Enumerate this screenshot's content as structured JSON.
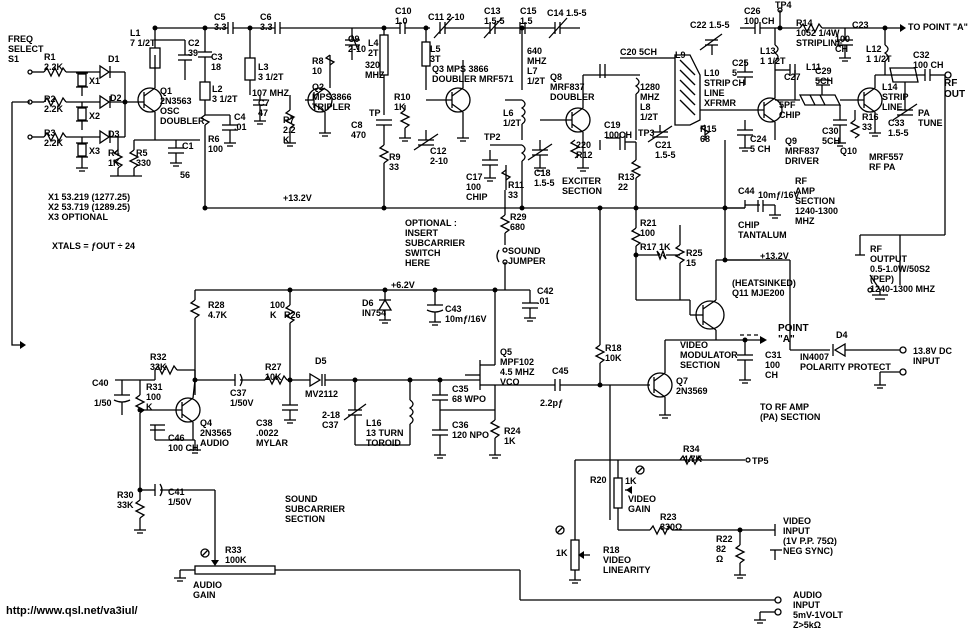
{
  "url": "http://www.qsl.net/va3iul/",
  "freq_select": "FREQ\nSELECT\nS1",
  "xtal_table": "X1 53.219 (1277.25)\nX2 53.719 (1289.25)\nX3 OPTIONAL",
  "xtal_formula": "XTALS = ƒOUT ÷ 24",
  "r1": "R1\n2.2K",
  "r2": "R2\n2.2K",
  "r3": "R3\n2.2K",
  "x1": "X1",
  "x2": "X2",
  "x3": "X3",
  "d1": "D1",
  "d2": "D2",
  "d3": "D3",
  "r4": "R4\n1K",
  "r5": "R5\n330",
  "c1": "C1",
  "c1v": "56",
  "q1": "Q1\n2N3563\nOSC\nDOUBLER",
  "l1": "L1\n7 1/2T",
  "c2": "C2\n39",
  "c3": "C3\n18",
  "l2": "L2\n3 1/2T",
  "r6": "R6\n100",
  "c4": "C4\n.01",
  "c5": "C5\n3.3",
  "c6": "C6\n3.3",
  "l3": "L3\n3 1/2T",
  "mhz107": "107 MHZ",
  "c7": "C7\n47",
  "r7": "R7\n2.2\nK",
  "r8": "R8\n10",
  "q2": "Q2\nMPS3866\nTRIPLER",
  "c9": "C9\n2-10",
  "l4": "L4\n2T",
  "mhz320": "320\nMHZ",
  "c8": "C8\n470",
  "tp": "TP",
  "r9": "R9\n33",
  "c10": "C10\n1.0",
  "c11": "C11 2-10",
  "l5": "L5\n3T",
  "r10": "R10\n1K",
  "c12": "C12\n2-10",
  "q3": "Q3 MPS 3866\nDOUBLER MRF571",
  "c13": "C13\n1.5-5",
  "c15": "C15\n1.5",
  "c14": "C14 1.5-5",
  "l7": "640\nMHZ\nL7\n1/2T",
  "l6": "L6\n1/2T",
  "tp2": "TP2",
  "c17": "C17\n100\nCHIP",
  "r11": "R11\n33",
  "c18": "C18\n1.5-5",
  "q8": "Q8\nMRF837\nDOUBLER",
  "r12": "220\nR12",
  "c20": "C20 5CH",
  "l8": "1280\nMHZ\nL8\n1/2T",
  "c19": "C19\n100CH",
  "tp3": "TP3",
  "c21": "C21\n1.5-5",
  "r13": "R13\n22",
  "exciter": "EXCITER\nSECTION",
  "l9": "L9",
  "l10": "L10\nSTRIP\nLINE\nXFRMR",
  "c22": "C22 1.5-5",
  "c26": "C26\n100 CH",
  "tp4": "TP4",
  "r14": "R14\n1052 1/4W\nSTRIPLINE",
  "c23": "C23",
  "c23v": "100\nCH",
  "to_point_a": "TO POINT \"A\"",
  "l13": "L13\n1 1/2T",
  "c25": "C25\n5\nCH",
  "c27": "C27",
  "chip5pf": "5PF\nCHIP",
  "l11": "L11",
  "c29": "C29\n5CH",
  "c30": "C30\n5CH",
  "r15": "R15\n68",
  "c24": "C24\n5 CH",
  "q9": "Q9\nMRF837\nDRIVER",
  "l12": "L12\n1 1/2T",
  "c32": "C32\n100 CH",
  "rfout": "RF\nOUT",
  "l14": "L14\nSTRIP\nLINE",
  "r16": "R16\n33",
  "c33": "C33\n1.5-5",
  "pa_tune": "PA\nTUNE",
  "q10": "Q10",
  "q10_label": "MRF557\nRF PA",
  "rf_amp": "RF\nAMP\nSECTION\n1240-1300\nMHZ",
  "rf_output": "RF\nOUTPUT\n0.5-1.0W/50S2\n(PEP)\n1240-1300 MHZ",
  "v13_2": "+13.2V",
  "c44": "C44",
  "c44v": "10mƒ/16V",
  "chip_tant": "CHIP\nTANTALUM",
  "optional": "OPTIONAL :\nINSERT\nSUBCARRIER\nSWITCH\nHERE",
  "sound_jumper": "SOUND\nJUMPER",
  "r29": "R29\n680",
  "v6_2": "+6.2V",
  "d6": "D6\nIN754",
  "c43": "C43\n10mƒ/16V",
  "c42": "C42\n.01",
  "r28": "R28\n4.7K",
  "r26": "100\nK   R26",
  "r21": "R21\n100",
  "r17": "R17 1K",
  "r25": "R25\n15",
  "q11": "(HEATSINKED)\nQ11 MJE200",
  "v13_2b": "+13.2V",
  "point_a": "POINT\n\"A\"",
  "d4": "D4",
  "in4007": "IN4007\nPOLARITY PROTECT",
  "dc_in": "13.8V DC\nINPUT",
  "c31": "C31\n100\nCH",
  "to_rf_amp": "TO RF AMP\n(PA) SECTION",
  "r32": "R32\n33K",
  "c40": "C40",
  "c40v": "1/50",
  "r31": "R31\n100\nK",
  "c37": "C37\n1/50V",
  "r27": "R27\n10K",
  "d5": "D5",
  "mv2112": "MV2112",
  "q5": "Q5\nMPF102\n4.5 MHZ\nVCO",
  "r18": "R18\n10K",
  "c45": "C45",
  "c45v": "2.2pƒ",
  "video_mod": "VIDEO\nMODULATOR\nSECTION",
  "q7": "Q7\n2N3569",
  "q4": "Q4\n2N3565\nAUDIO",
  "c46": "C46\n100 CH",
  "c38": "C38\n.0022\nMYLAR",
  "c37b": "2-18\nC37",
  "l16": "L16\n13 TURN\nTOROID",
  "c35": "C35\n68 WPO",
  "c36": "C36\n120 NPO",
  "r24": "R24\n1K",
  "r34": "R34\n4.7K",
  "tp5": "TP5",
  "r20": "R20",
  "r20k": "1K",
  "video_gain": "VIDEO\nGAIN",
  "r23": "R23\n330Ω",
  "r22": "R22\n82\nΩ",
  "video_input": "VIDEO\nINPUT\n(1V P.P. 75Ω)\nNEG SYNC)",
  "r18b": "R18\nVIDEO\nLINEARITY",
  "r18k": "1K",
  "r30": "R30\n33K",
  "c41": "C41\n1/50V",
  "sound_sub": "SOUND\nSUBCARRIER\nSECTION",
  "r33": "R33\n100K",
  "audio_gain": "AUDIO\nGAIN",
  "audio_input": "AUDIO\nINPUT\n5mV-1VOLT\nZ>5kΩ"
}
